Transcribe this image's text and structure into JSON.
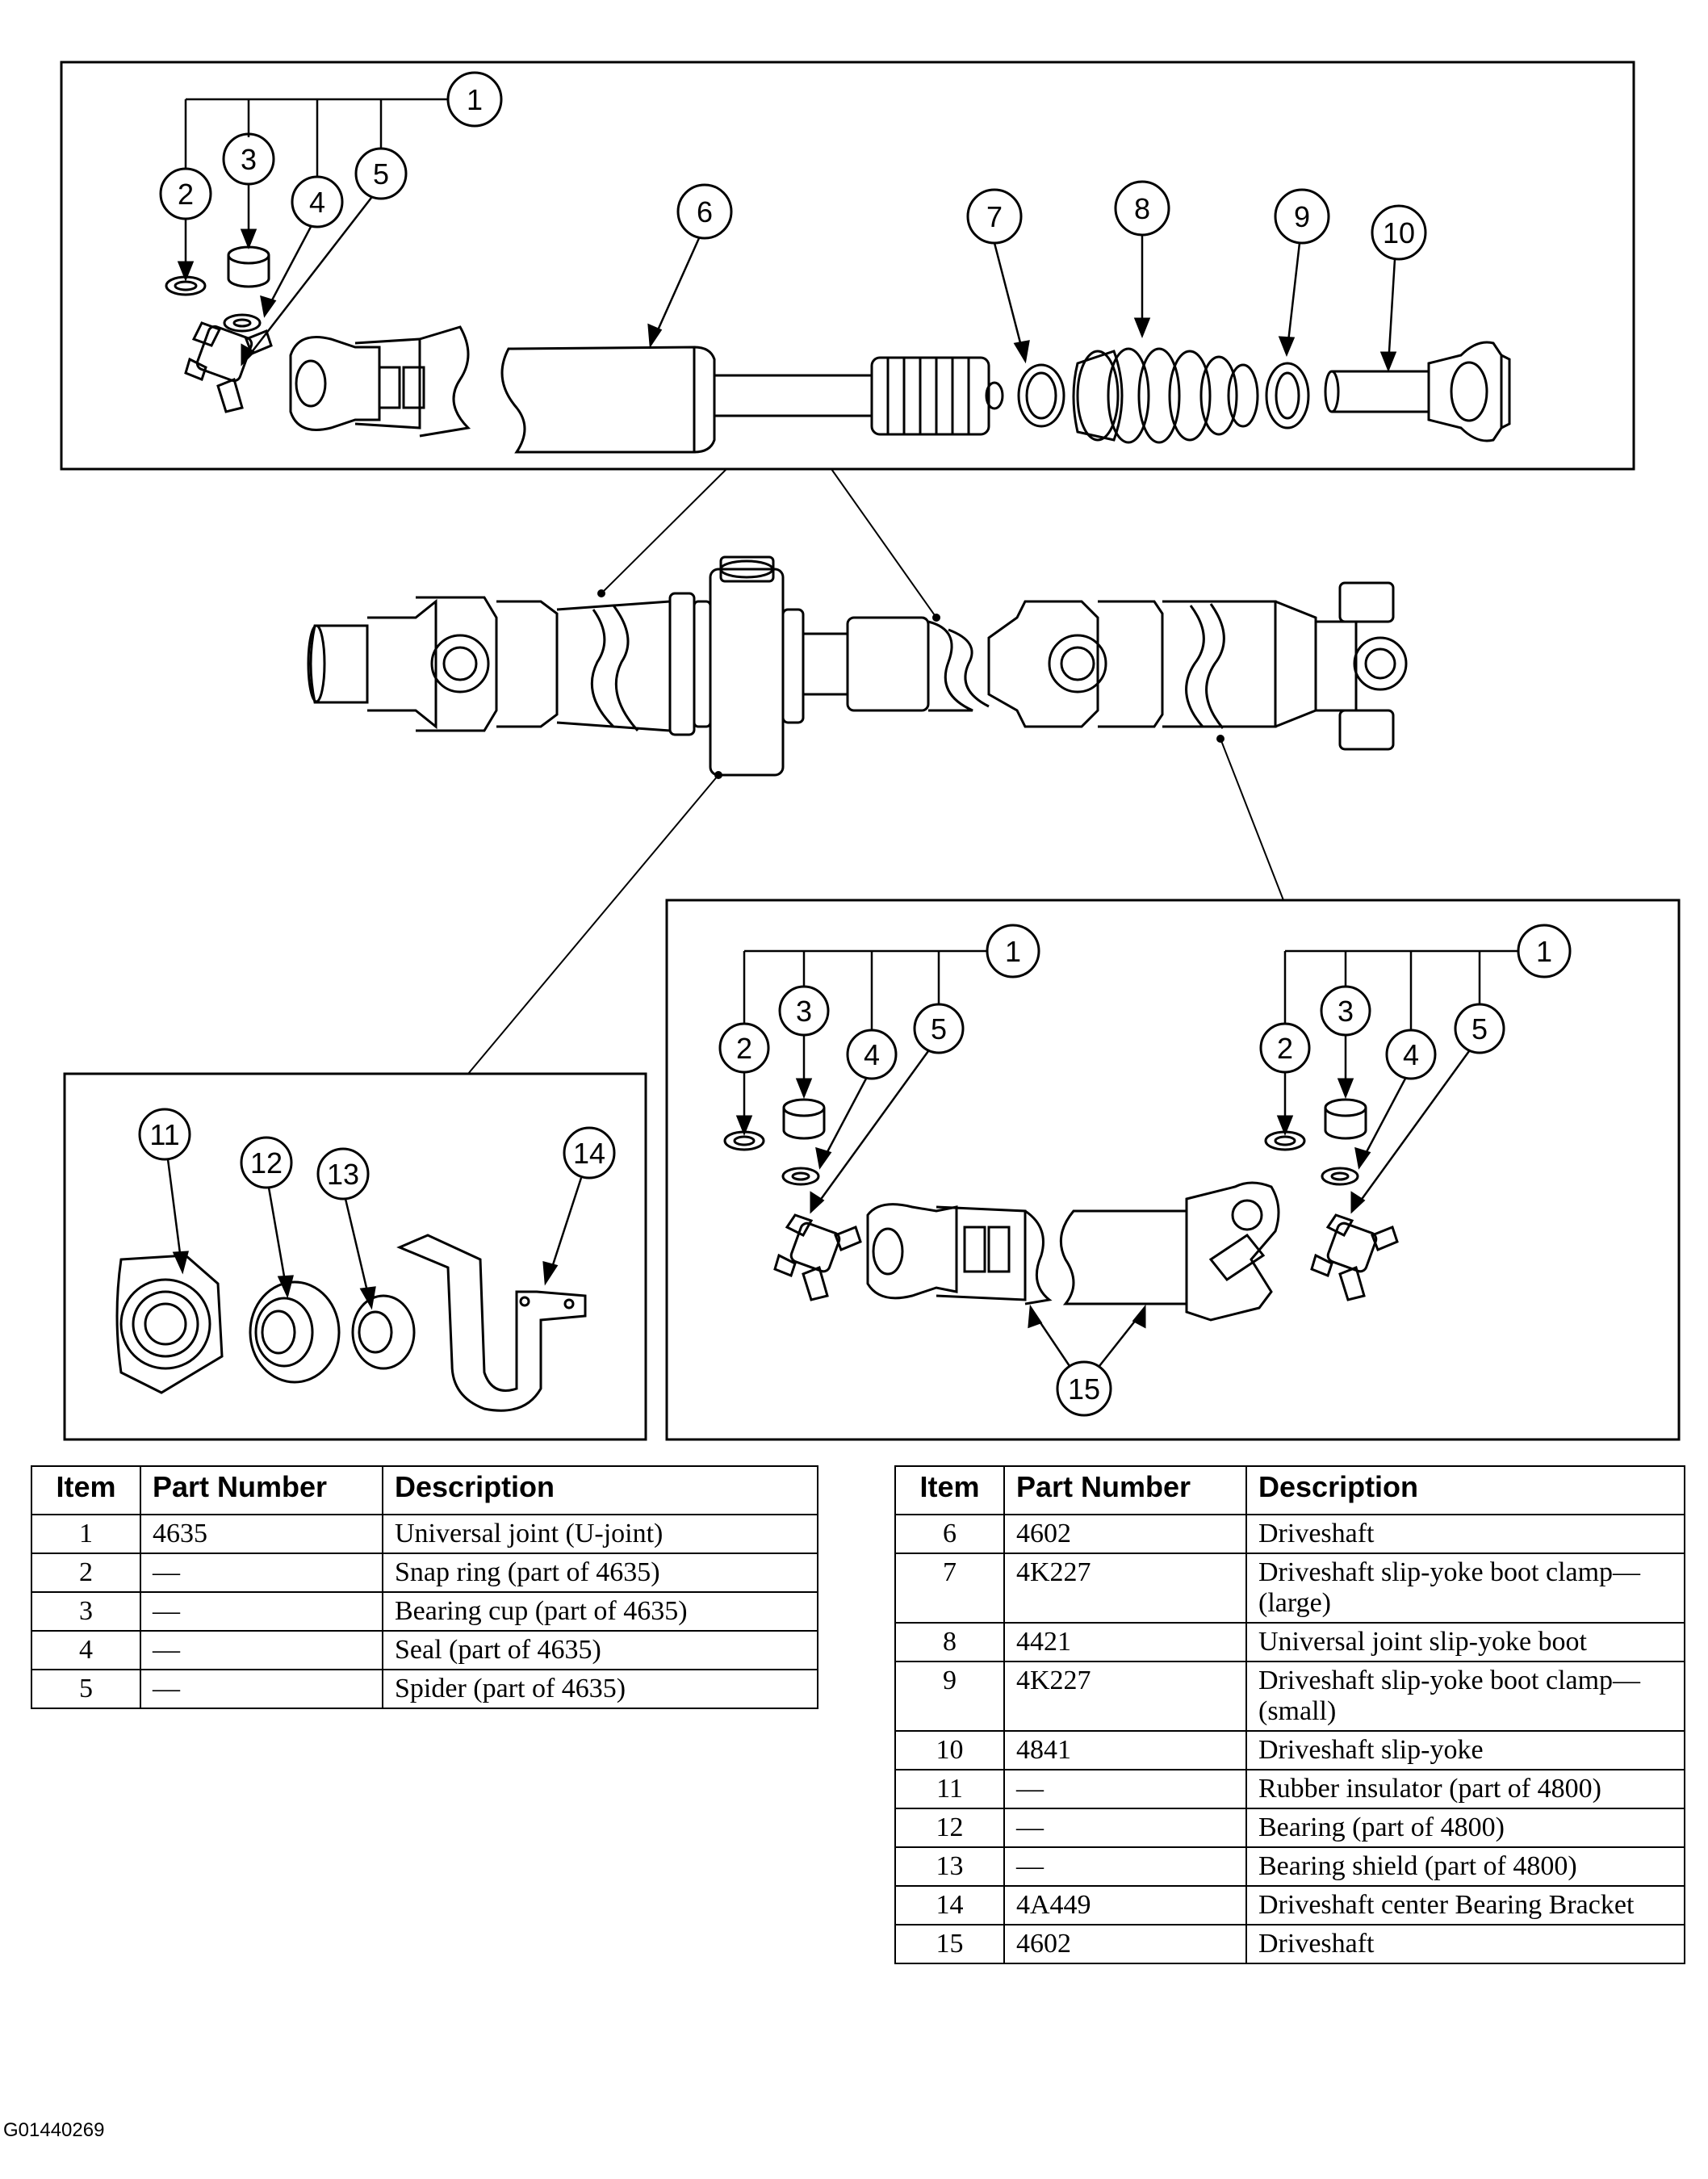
{
  "callouts": {
    "top": [
      "1",
      "2",
      "3",
      "4",
      "5",
      "6",
      "7",
      "8",
      "9",
      "10"
    ],
    "center_bearing": [
      "11",
      "12",
      "13",
      "14"
    ],
    "rear_left": [
      "1",
      "2",
      "3",
      "4",
      "5"
    ],
    "rear_right": [
      "1",
      "2",
      "3",
      "4",
      "5"
    ],
    "rear_shaft": "15"
  },
  "table_left": {
    "headers": {
      "item": "Item",
      "part": "Part Number",
      "desc": "Description"
    },
    "rows": [
      {
        "item": "1",
        "part": "4635",
        "desc": "Universal joint (U-joint)"
      },
      {
        "item": "2",
        "part": "—",
        "desc": "Snap ring (part of 4635)"
      },
      {
        "item": "3",
        "part": "—",
        "desc": "Bearing cup (part of 4635)"
      },
      {
        "item": "4",
        "part": "—",
        "desc": "Seal (part of 4635)"
      },
      {
        "item": "5",
        "part": "—",
        "desc": "Spider (part of 4635)"
      }
    ]
  },
  "table_right": {
    "headers": {
      "item": "Item",
      "part": "Part Number",
      "desc": "Description"
    },
    "rows": [
      {
        "item": "6",
        "part": "4602",
        "desc": "Driveshaft"
      },
      {
        "item": "7",
        "part": "4K227",
        "desc": "Driveshaft slip-yoke boot clamp— (large)"
      },
      {
        "item": "8",
        "part": "4421",
        "desc": "Universal joint slip-yoke boot"
      },
      {
        "item": "9",
        "part": "4K227",
        "desc": "Driveshaft slip-yoke boot clamp— (small)"
      },
      {
        "item": "10",
        "part": "4841",
        "desc": "Driveshaft slip-yoke"
      },
      {
        "item": "11",
        "part": "—",
        "desc": "Rubber insulator (part of 4800)"
      },
      {
        "item": "12",
        "part": "—",
        "desc": "Bearing (part of 4800)"
      },
      {
        "item": "13",
        "part": "—",
        "desc": "Bearing shield (part of 4800)"
      },
      {
        "item": "14",
        "part": "4A449",
        "desc": "Driveshaft center Bearing Bracket"
      },
      {
        "item": "15",
        "part": "4602",
        "desc": "Driveshaft"
      }
    ]
  },
  "figure_code": "G01440269"
}
